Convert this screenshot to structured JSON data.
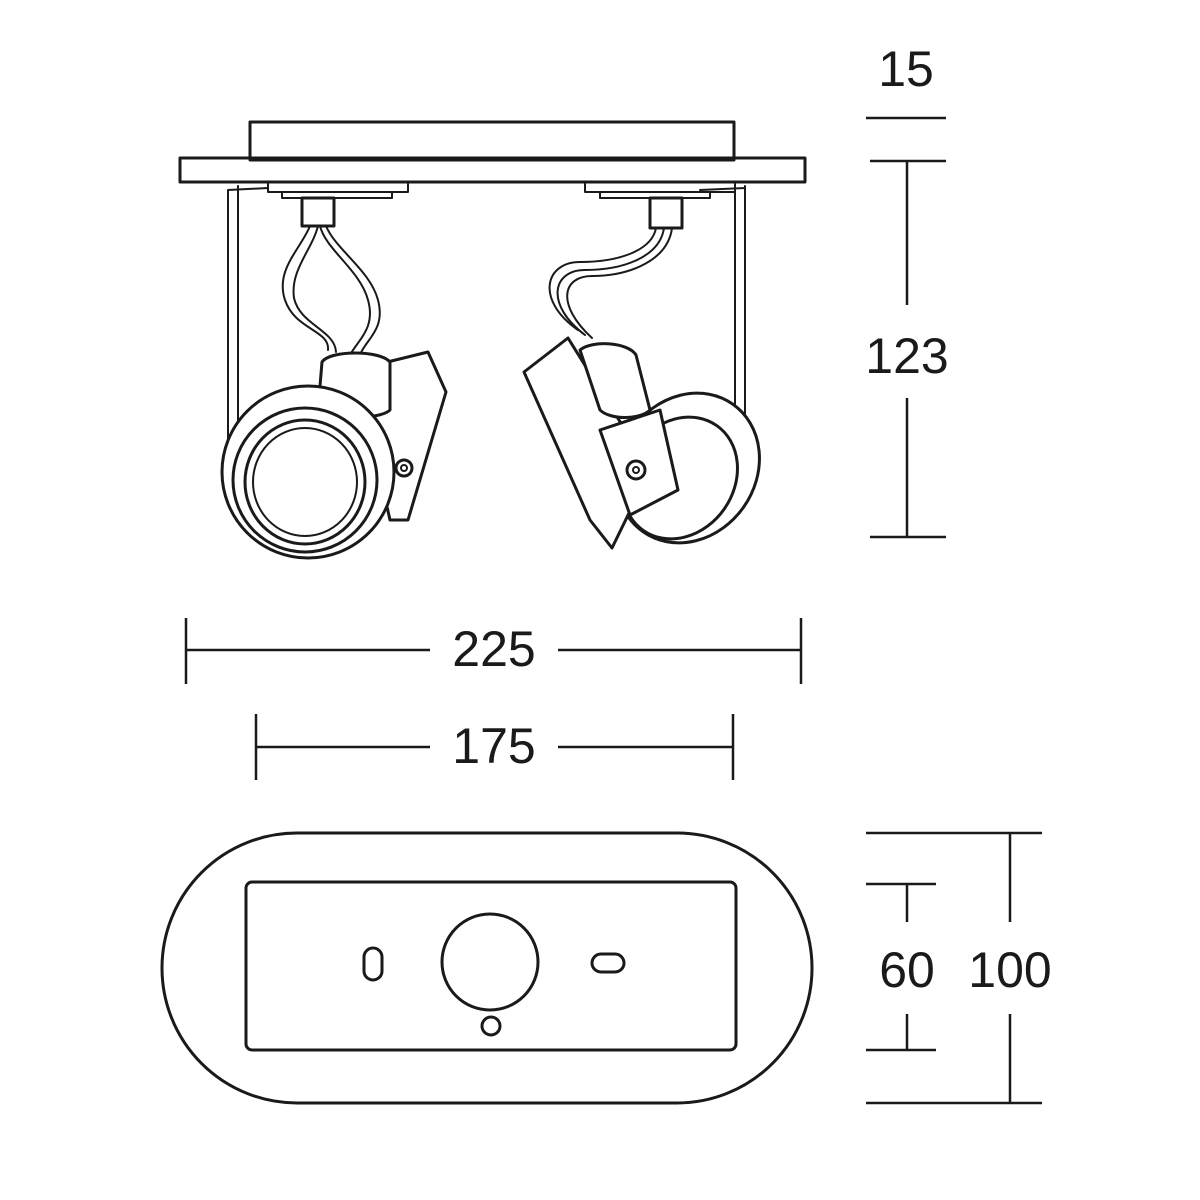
{
  "dimensions": {
    "base_thickness": "15",
    "height": "123",
    "overall_width": "225",
    "mounting_width": "175",
    "plate_height": "60",
    "overall_depth": "100"
  },
  "colors": {
    "line": "#1a1a1a",
    "background": "#ffffff"
  }
}
